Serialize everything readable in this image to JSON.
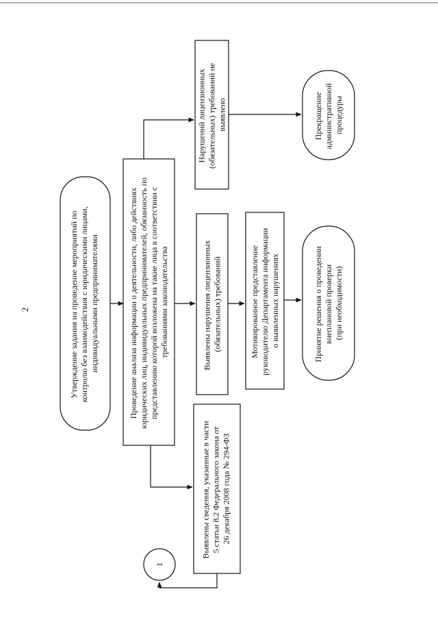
{
  "page_number": "2",
  "nodes": {
    "start": {
      "lines": [
        "Утверждение задания на проведение мероприятий по",
        "контролю без взаимодействия с юридическими лицами,",
        "индивидуальными предпринимателями"
      ]
    },
    "analysis": {
      "lines": [
        "Проведение анализа информации о деятельности, либо действиях",
        "юридических лиц, индивидуальных предпринимателей, обязанность по",
        "представлению которой возложена на такие лица в соответствии с",
        "требованиями законодательства"
      ]
    },
    "found_info": {
      "lines": [
        "Выявлены сведения, указанные в части",
        "5 статьи 8.2 Федерального закона от",
        "26 декабря 2008 года № 294-ФЗ"
      ]
    },
    "violations_found": {
      "lines": [
        "Выявлены нарушения лицензионных",
        "(обязательных) требований"
      ]
    },
    "no_violations": {
      "lines": [
        "Нарушений лицензионных",
        "(обязательных) требований не",
        "выявлено"
      ]
    },
    "submission": {
      "lines": [
        "Мотивированное представление",
        "руководителю Департамента информации",
        "о выявленных нарушениях"
      ]
    },
    "inspection": {
      "lines": [
        "Принятие решения о проведении",
        "внеплановой проверки",
        "(при необходимости)"
      ]
    },
    "termination": {
      "lines": [
        "Прекращение",
        "административной",
        "процедуры"
      ]
    },
    "connector": {
      "label": "1"
    }
  }
}
